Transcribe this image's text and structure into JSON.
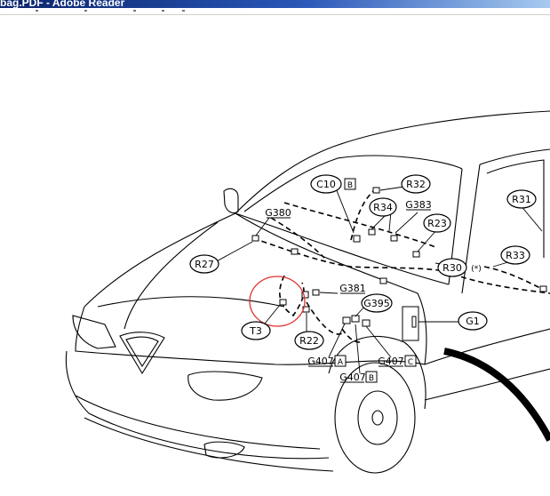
{
  "window": {
    "title": "bag.PDF - Adobe Reader"
  },
  "diagram": {
    "labels": {
      "c10": "C10",
      "c10_box": "B",
      "r32": "R32",
      "r34": "R34",
      "g383": "G383",
      "r31": "R31",
      "g380": "G380",
      "r23": "R23",
      "r27": "R27",
      "r30": "R30",
      "r30_note": "(*)",
      "r33": "R33",
      "g381": "G381",
      "g395": "G395",
      "g1": "G1",
      "t3": "T3",
      "r22": "R22",
      "g407a": "G407",
      "g407a_box": "A",
      "g407c": "G407",
      "g407c_box": "C",
      "g407b": "G407",
      "g407b_box": "B"
    },
    "highlight_color": "#e03030"
  }
}
